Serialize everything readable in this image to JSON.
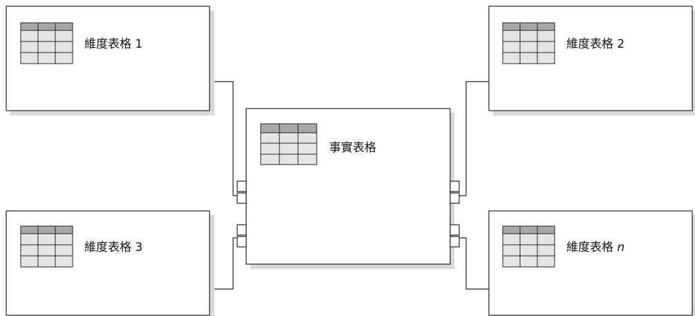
{
  "diagram": {
    "fact_table": {
      "label": "事實表格"
    },
    "dimension_tables": [
      {
        "id": "dim1",
        "base": "維度表格 ",
        "suffix": "1",
        "suffix_italic": false
      },
      {
        "id": "dim2",
        "base": "維度表格 ",
        "suffix": "2",
        "suffix_italic": false
      },
      {
        "id": "dim3",
        "base": "維度表格 ",
        "suffix": "3",
        "suffix_italic": false
      },
      {
        "id": "dimn",
        "base": "維度表格 ",
        "suffix": "n",
        "suffix_italic": true
      }
    ]
  },
  "colors": {
    "box_border": "#222222",
    "shadow": "#d9d9d9",
    "icon_header": "#a8a8a8",
    "icon_body": "#e6e6e6",
    "connector": "#222222"
  }
}
